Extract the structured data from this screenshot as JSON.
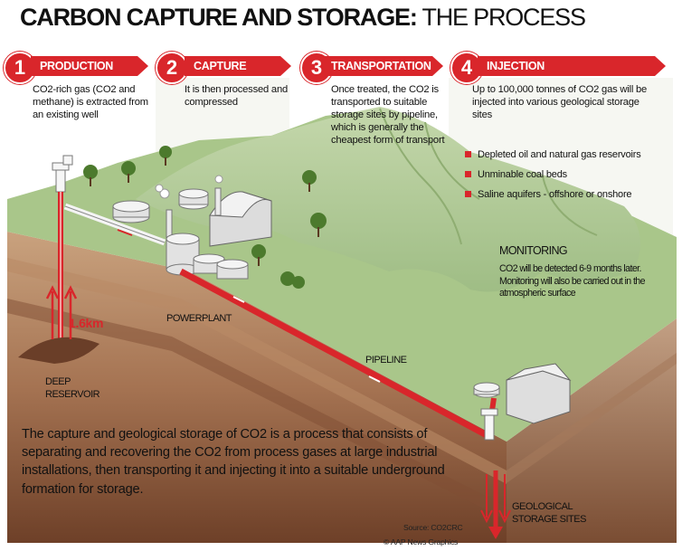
{
  "title": {
    "bold": "CARBON CAPTURE AND STORAGE:",
    "light": " THE PROCESS"
  },
  "steps": [
    {
      "num": "1",
      "heading": "PRODUCTION",
      "text": "CO2-rich gas (CO2 and methane) is extracted from an existing well"
    },
    {
      "num": "2",
      "heading": "CAPTURE",
      "text": "It is then processed and compressed"
    },
    {
      "num": "3",
      "heading": "TRANSPORTATION",
      "text": "Once treated, the CO2 is transported to suitable storage sites by pipeline, which is generally the cheapest form of transport"
    },
    {
      "num": "4",
      "heading": "INJECTION",
      "text": "Up to 100,000 tonnes of CO2 gas will be injected into various geological storage sites"
    }
  ],
  "storage_types": [
    "Depleted oil and natural gas reservoirs",
    "Unminable coal beds",
    "Saline aquifers - offshore or onshore"
  ],
  "monitoring": {
    "heading": "MONITORING",
    "text": "CO2 will be detected 6-9 months later. Monitoring will also be carried out in the atmospheric surface"
  },
  "labels": {
    "depth": "1.6km",
    "powerplant": "POWERPLANT",
    "pipeline": "PIPELINE",
    "deep_reservoir_1": "DEEP",
    "deep_reservoir_2": "RESERVOIR",
    "geo_1": "GEOLOGICAL",
    "geo_2": "STORAGE SITES"
  },
  "description": "The capture and geological storage of CO2 is a process that consists of separating and recovering the CO2 from process gases at large industrial installations, then transporting it and injecting it into a suitable underground formation for storage.",
  "source": "Source: CO2CRC",
  "credit": "© AAP News Graphics",
  "colors": {
    "accent": "#d9262b",
    "grass": "#9bbd78",
    "earth": "#8a5a3c"
  }
}
